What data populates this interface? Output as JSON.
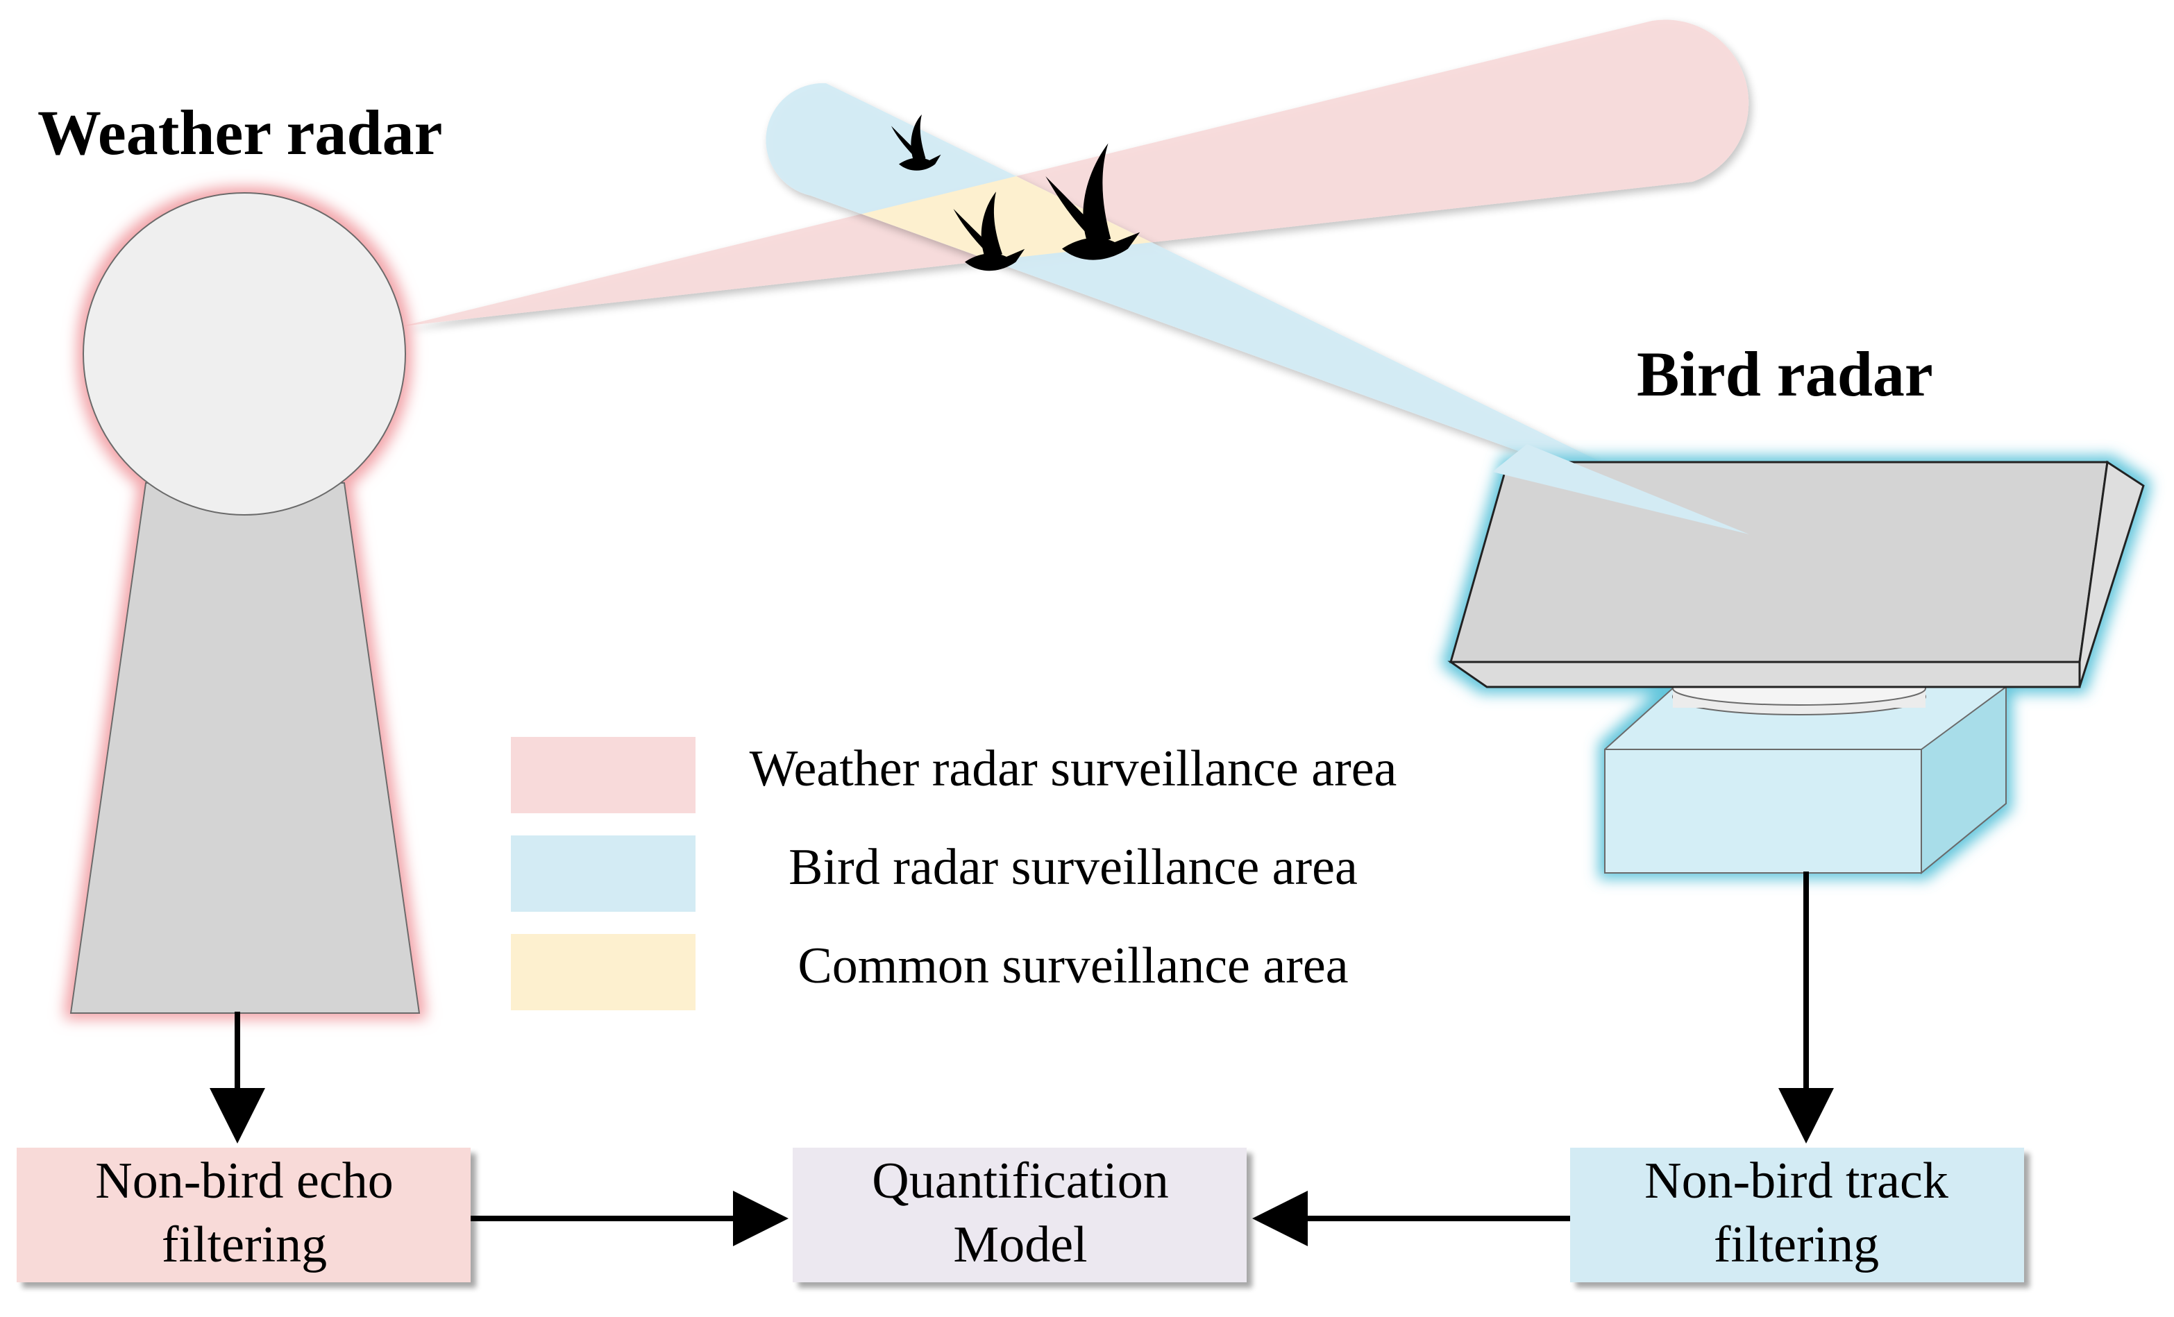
{
  "weather_radar": {
    "title": "Weather radar"
  },
  "bird_radar": {
    "title": "Bird radar"
  },
  "legend": {
    "items": [
      {
        "label": "Weather radar surveillance area",
        "color": "#f8dada"
      },
      {
        "label": "Bird radar surveillance area",
        "color": "#d3ebf4"
      },
      {
        "label": "Common surveillance area",
        "color": "#fdf0cf"
      }
    ]
  },
  "process": {
    "weather_box": {
      "line1": "Non-bird echo",
      "line2": "filtering",
      "color": "#f8dad8"
    },
    "model_box": {
      "line1": "Quantification",
      "line2": "Model",
      "color": "#ece8f0"
    },
    "bird_box": {
      "line1": "Non-bird track",
      "line2": "filtering",
      "color": "#d3ebf4"
    }
  },
  "colors": {
    "weather_glow": "#f2a3a8",
    "bird_glow": "#63c6dc",
    "equipment_gray": "#d4d4d4",
    "dome_gray": "#efefef",
    "bird_base": "#d4eef6"
  }
}
